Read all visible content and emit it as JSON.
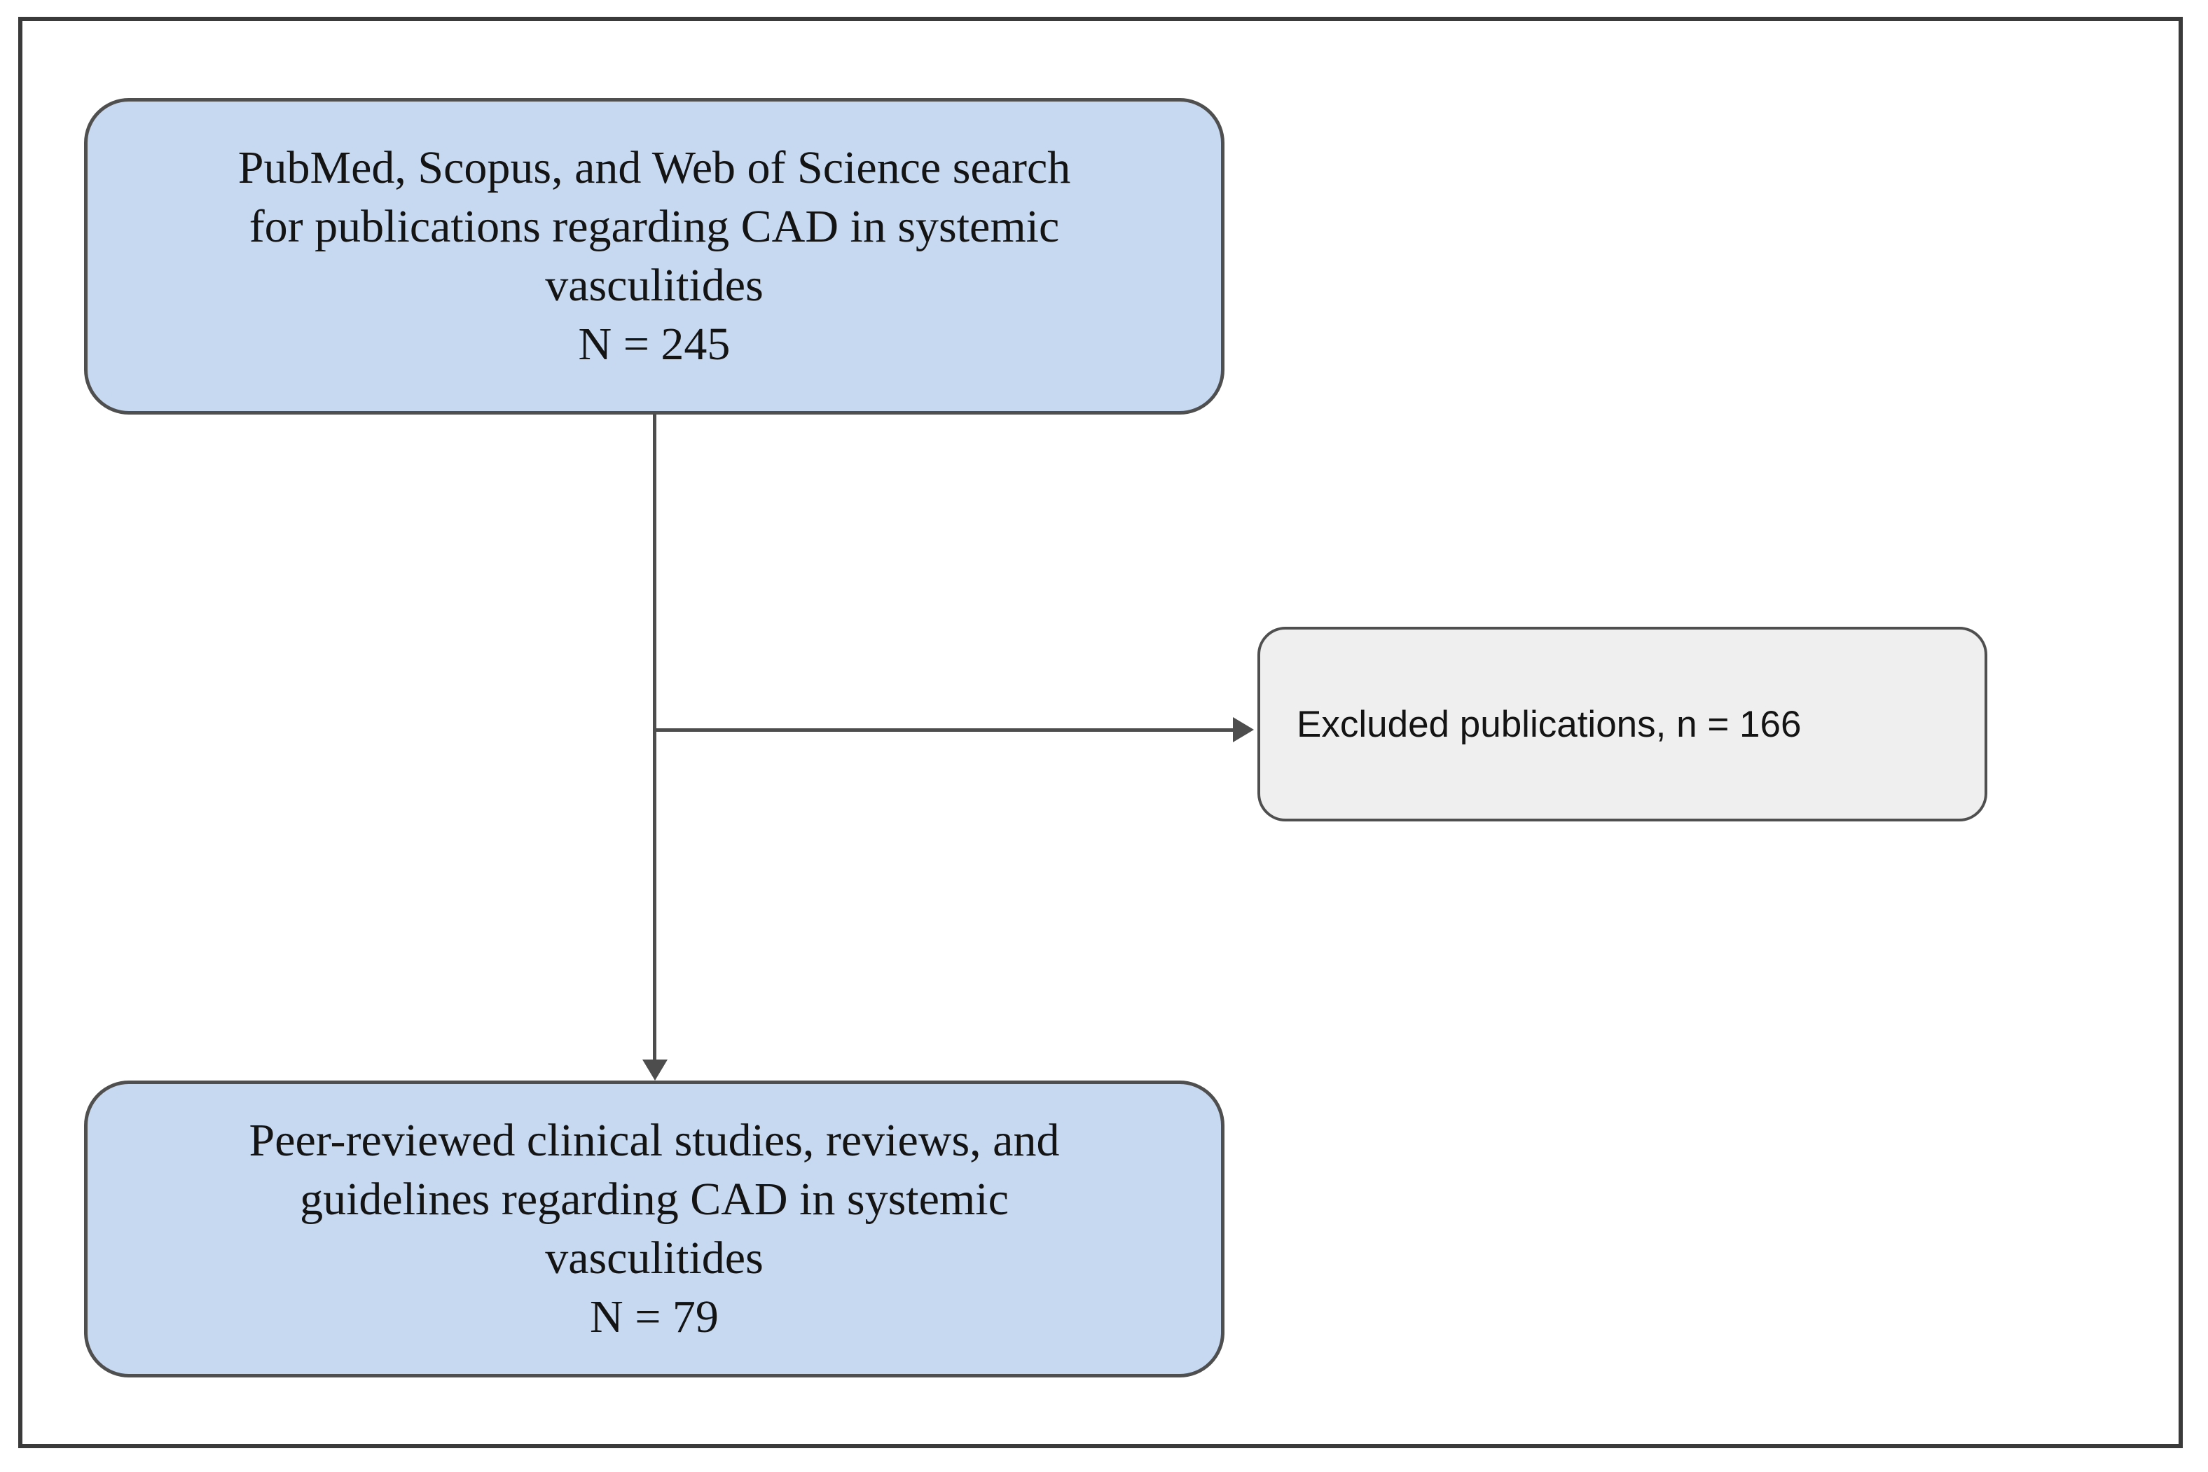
{
  "figure": {
    "boxes": {
      "search": {
        "lines": [
          "PubMed, Scopus, and Web of Science search",
          "for publications regarding CAD in systemic",
          "vasculitides",
          "N = 245"
        ]
      },
      "excluded": {
        "label": "Excluded publications, n = 166"
      },
      "included": {
        "lines": [
          "Peer-reviewed clinical studies, reviews, and",
          "guidelines regarding CAD in systemic",
          "vasculitides",
          "N = 79"
        ]
      }
    },
    "colors": {
      "blue_fill": "#c7d8f1",
      "gray_fill": "#efeff0",
      "box_border": "#4f4f4f",
      "connector": "#4d4d4d",
      "frame_border": "#3a3a3a",
      "text": "#141414",
      "background": "#ffffff"
    }
  }
}
